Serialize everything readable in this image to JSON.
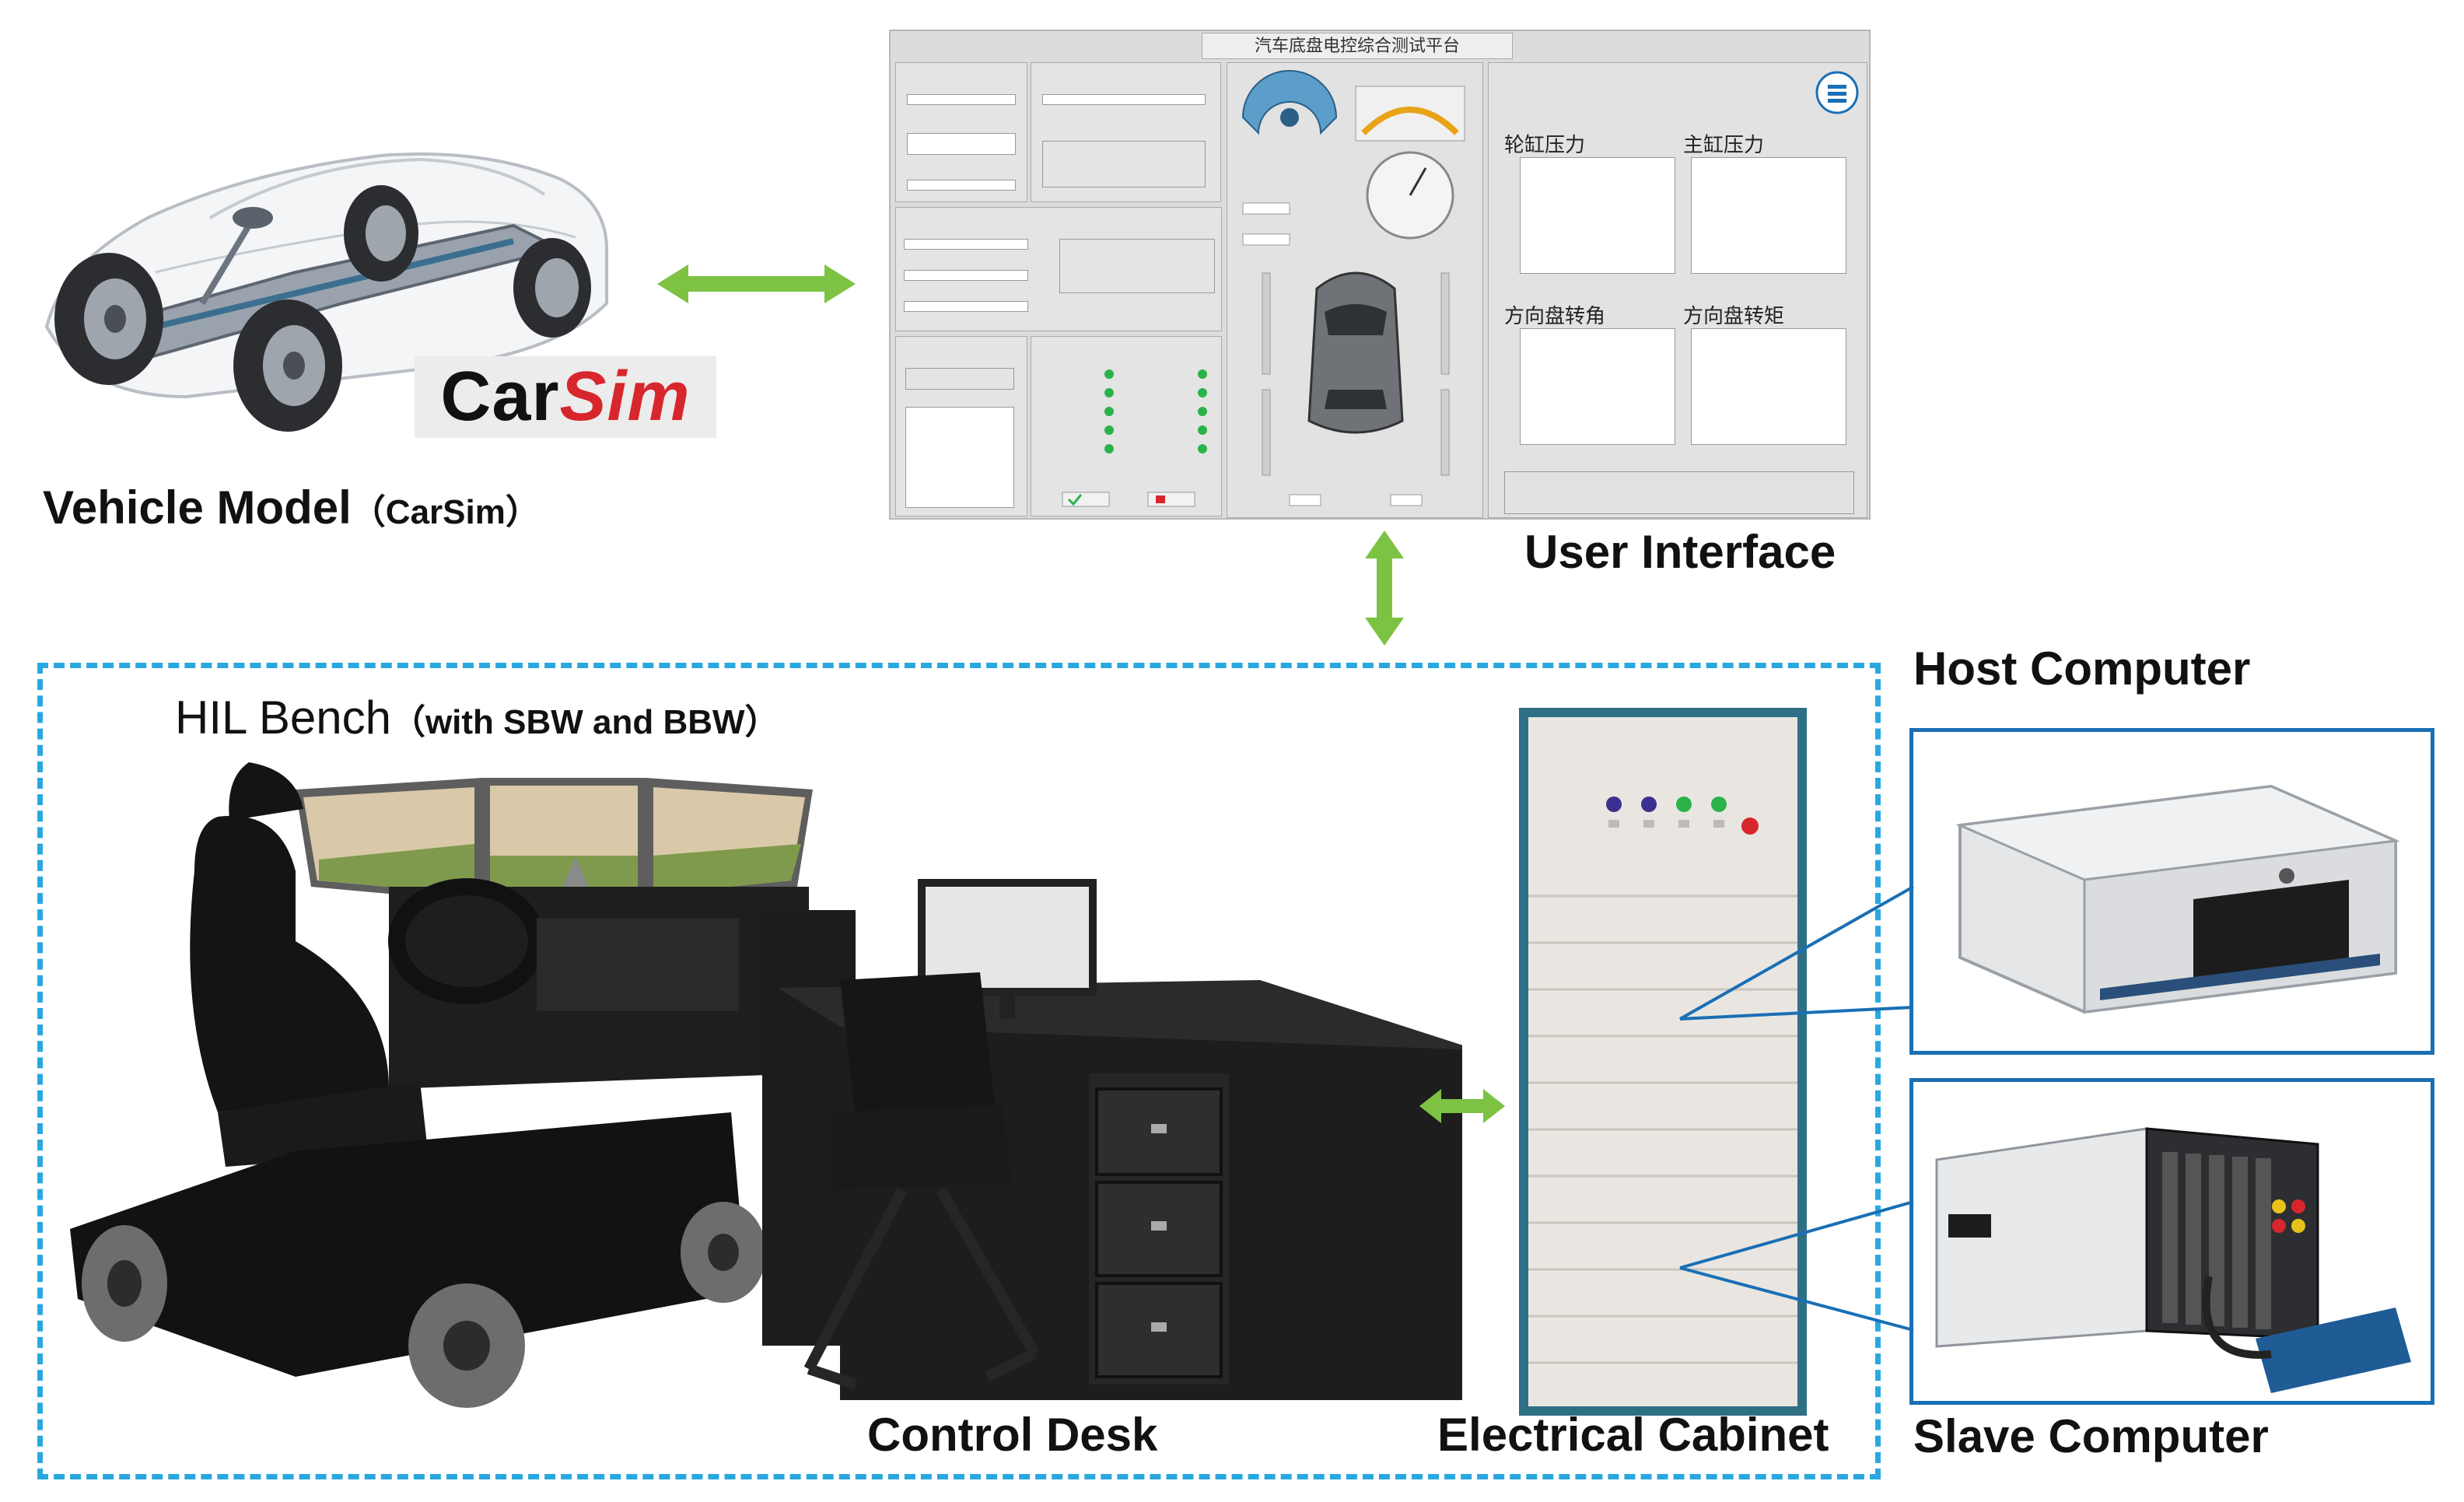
{
  "labels": {
    "vehicle_model": "Vehicle Model",
    "vehicle_model_sub": "（CarSim）",
    "carsim_car": "Car",
    "carsim_sim": "Sim",
    "user_interface": "User Interface",
    "hil_bench": "HIL Bench",
    "hil_bench_sub": "（with SBW and BBW）",
    "host_computer": "Host Computer",
    "slave_computer": "Slave Computer",
    "control_desk": "Control Desk",
    "electrical_cabinet": "Electrical Cabinet"
  },
  "ui_screenshot": {
    "title": "汽车底盘电控综合测试平台",
    "charts": [
      {
        "title": "轮缸压力"
      },
      {
        "title": "主缸压力"
      },
      {
        "title": "方向盘转角"
      },
      {
        "title": "方向盘转矩"
      }
    ]
  },
  "colors": {
    "arrow": "#7dc243",
    "bench_border": "#29a8e0",
    "callout_border": "#1a6fb5",
    "carsim_sim": "#d8262d",
    "cabinet_frame": "#2f6f85",
    "ui_bg": "#dcdcdc"
  }
}
